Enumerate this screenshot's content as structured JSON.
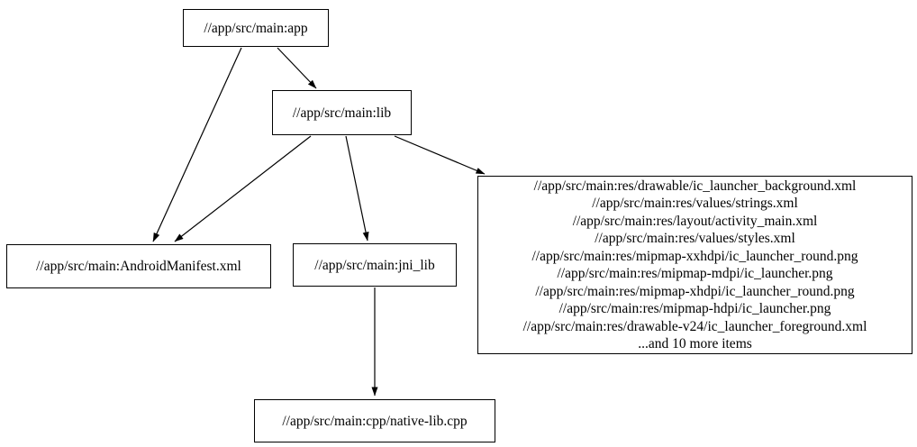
{
  "diagram": {
    "kind": "build-dependency-graph",
    "background_color": "#ffffff",
    "node_border_color": "#000000",
    "edge_color": "#000000",
    "nodes": {
      "app": {
        "label": "//app/src/main:app"
      },
      "lib": {
        "label": "//app/src/main:lib"
      },
      "android_manifest": {
        "label": "//app/src/main:AndroidManifest.xml"
      },
      "jni_lib": {
        "label": "//app/src/main:jni_lib"
      },
      "resources": {
        "lines": [
          "//app/src/main:res/drawable/ic_launcher_background.xml",
          "//app/src/main:res/values/strings.xml",
          "//app/src/main:res/layout/activity_main.xml",
          "//app/src/main:res/values/styles.xml",
          "//app/src/main:res/mipmap-xxhdpi/ic_launcher_round.png",
          "//app/src/main:res/mipmap-mdpi/ic_launcher.png",
          "//app/src/main:res/mipmap-xhdpi/ic_launcher_round.png",
          "//app/src/main:res/mipmap-hdpi/ic_launcher.png",
          "//app/src/main:res/drawable-v24/ic_launcher_foreground.xml",
          "...and 10 more items"
        ]
      },
      "native_lib_cpp": {
        "label": "//app/src/main:cpp/native-lib.cpp"
      }
    },
    "edges": [
      {
        "from": "app",
        "to": "lib"
      },
      {
        "from": "app",
        "to": "android_manifest"
      },
      {
        "from": "lib",
        "to": "android_manifest"
      },
      {
        "from": "lib",
        "to": "jni_lib"
      },
      {
        "from": "lib",
        "to": "resources"
      },
      {
        "from": "jni_lib",
        "to": "native_lib_cpp"
      }
    ]
  }
}
